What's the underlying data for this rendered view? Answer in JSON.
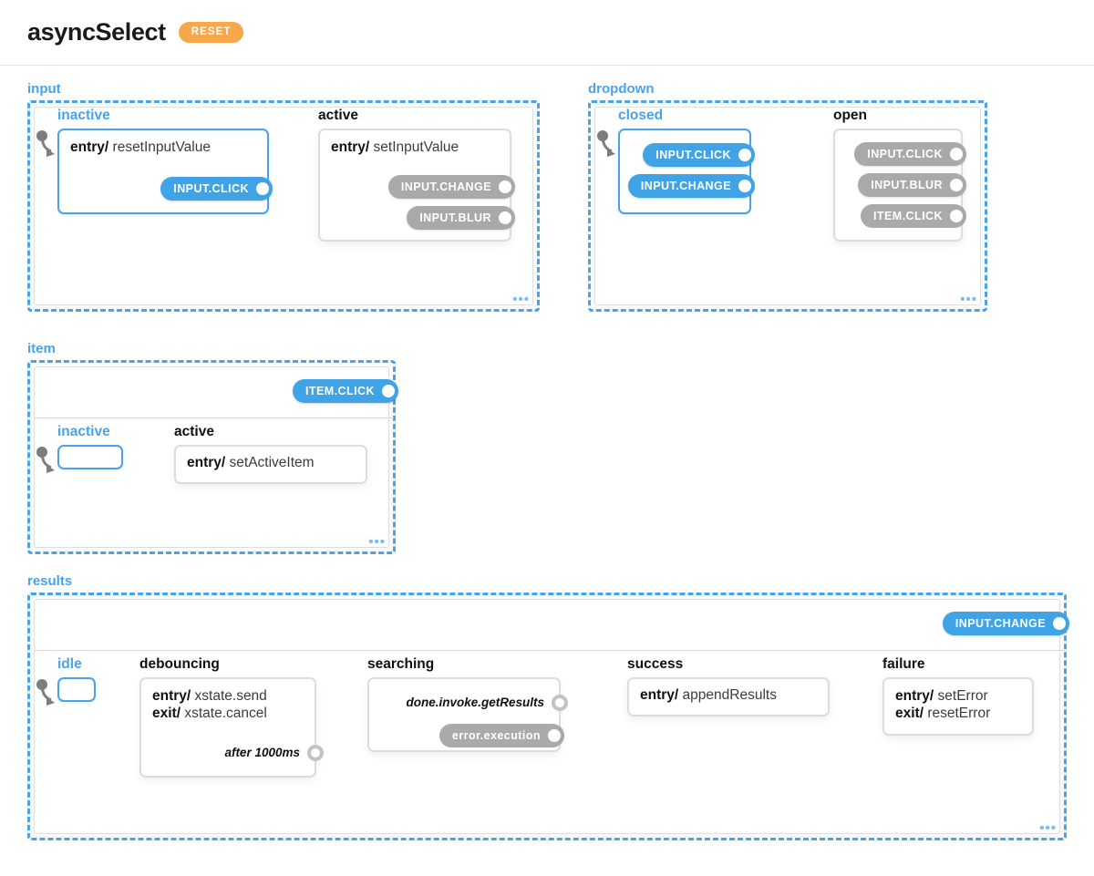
{
  "header": {
    "machine_title": "asyncSelect",
    "reset_label": "RESET"
  },
  "regions": [
    {
      "key": "input",
      "label": "input"
    },
    {
      "key": "dropdown",
      "label": "dropdown"
    },
    {
      "key": "item",
      "label": "item"
    },
    {
      "key": "results",
      "label": "results"
    }
  ],
  "input": {
    "label": "input",
    "states": {
      "inactive": {
        "name": "inactive",
        "active": true,
        "actions": [
          {
            "kind": "entry",
            "value": "resetInputValue"
          }
        ],
        "events": [
          {
            "label": "INPUT.CLICK",
            "enabled": true
          }
        ]
      },
      "active": {
        "name": "active",
        "active": false,
        "actions": [
          {
            "kind": "entry",
            "value": "setInputValue"
          }
        ],
        "events": [
          {
            "label": "INPUT.CHANGE",
            "enabled": false
          },
          {
            "label": "INPUT.BLUR",
            "enabled": false
          }
        ]
      }
    }
  },
  "dropdown": {
    "label": "dropdown",
    "states": {
      "closed": {
        "name": "closed",
        "active": true,
        "actions": [],
        "events": [
          {
            "label": "INPUT.CLICK",
            "enabled": true
          },
          {
            "label": "INPUT.CHANGE",
            "enabled": true
          }
        ]
      },
      "open": {
        "name": "open",
        "active": false,
        "actions": [],
        "events": [
          {
            "label": "INPUT.CLICK",
            "enabled": false
          },
          {
            "label": "INPUT.BLUR",
            "enabled": false
          },
          {
            "label": "ITEM.CLICK",
            "enabled": false
          }
        ]
      }
    }
  },
  "item": {
    "label": "item",
    "region_event": {
      "label": "ITEM.CLICK",
      "enabled": true
    },
    "states": {
      "inactive": {
        "name": "inactive",
        "active": true,
        "actions": [],
        "events": []
      },
      "active": {
        "name": "active",
        "active": false,
        "actions": [
          {
            "kind": "entry",
            "value": "setActiveItem"
          }
        ],
        "events": []
      }
    }
  },
  "results": {
    "label": "results",
    "region_event": {
      "label": "INPUT.CHANGE",
      "enabled": true
    },
    "states": {
      "idle": {
        "name": "idle",
        "active": true,
        "actions": [],
        "events": []
      },
      "debouncing": {
        "name": "debouncing",
        "active": false,
        "actions": [
          {
            "kind": "entry",
            "value": "xstate.send"
          },
          {
            "kind": "exit",
            "value": "xstate.cancel"
          }
        ],
        "delayed": {
          "label": "after 1000ms"
        },
        "events": []
      },
      "searching": {
        "name": "searching",
        "active": false,
        "actions": [],
        "done": {
          "label": "done.invoke.getResults"
        },
        "events": [
          {
            "label": "error.execution",
            "enabled": false
          }
        ]
      },
      "success": {
        "name": "success",
        "active": false,
        "actions": [
          {
            "kind": "entry",
            "value": "appendResults"
          }
        ],
        "events": []
      },
      "failure": {
        "name": "failure",
        "active": false,
        "actions": [
          {
            "kind": "entry",
            "value": "setError"
          },
          {
            "kind": "exit",
            "value": "resetError"
          }
        ],
        "events": []
      }
    }
  },
  "glyphs": {
    "ellipsis": "•••",
    "slash": "/"
  },
  "colors": {
    "accent_blue": "#4aa3e8",
    "pill_blue": "#3fa3e6",
    "pill_gray": "#a9a9a9",
    "reset_orange": "#f8a84a",
    "node_border_gray": "#dcdcdc"
  }
}
